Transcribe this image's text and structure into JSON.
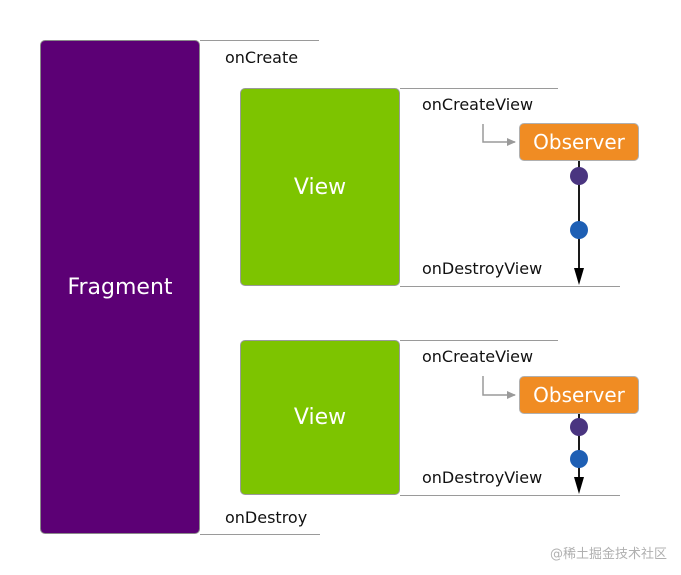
{
  "fragment": {
    "label": "Fragment"
  },
  "lifecycle": {
    "on_create": "onCreate",
    "on_destroy": "onDestroy"
  },
  "views": [
    {
      "label": "View",
      "on_create_view": "onCreateView",
      "observer": "Observer",
      "on_destroy_view": "onDestroyView"
    },
    {
      "label": "View",
      "on_create_view": "onCreateView",
      "observer": "Observer",
      "on_destroy_view": "onDestroyView"
    }
  ],
  "colors": {
    "fragment": "#5c0075",
    "view": "#7dc400",
    "observer": "#f08c23",
    "dot_dark": "#4a3580",
    "dot_blue": "#1e5fb4"
  },
  "watermark": "@稀土掘金技术社区"
}
